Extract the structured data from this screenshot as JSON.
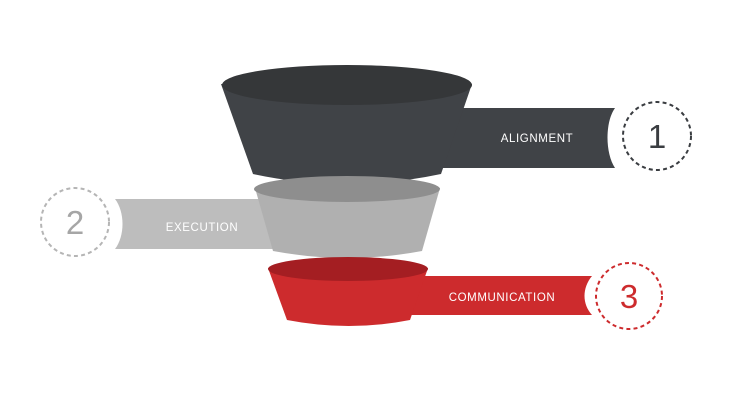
{
  "funnel": {
    "stages": [
      {
        "number": "1",
        "label": "ALIGNMENT",
        "body_color": "#404347",
        "top_color": "#353739",
        "band_color": "#404347",
        "label_color": "#ffffff",
        "number_color": "#3a3d41",
        "ring_color": "#3a3d41"
      },
      {
        "number": "2",
        "label": "EXECUTION",
        "body_color": "#b0b0b0",
        "top_color": "#8e8e8e",
        "band_color": "#bdbdbd",
        "label_color": "#ffffff",
        "number_color": "#a6a6a6",
        "ring_color": "#b5b5b5"
      },
      {
        "number": "3",
        "label": "COMMUNICATION",
        "body_color": "#cd2b2d",
        "top_color": "#a41e22",
        "band_color": "#cd2b2d",
        "label_color": "#ffffff",
        "number_color": "#cd2b2d",
        "ring_color": "#cd2b2d"
      }
    ]
  }
}
